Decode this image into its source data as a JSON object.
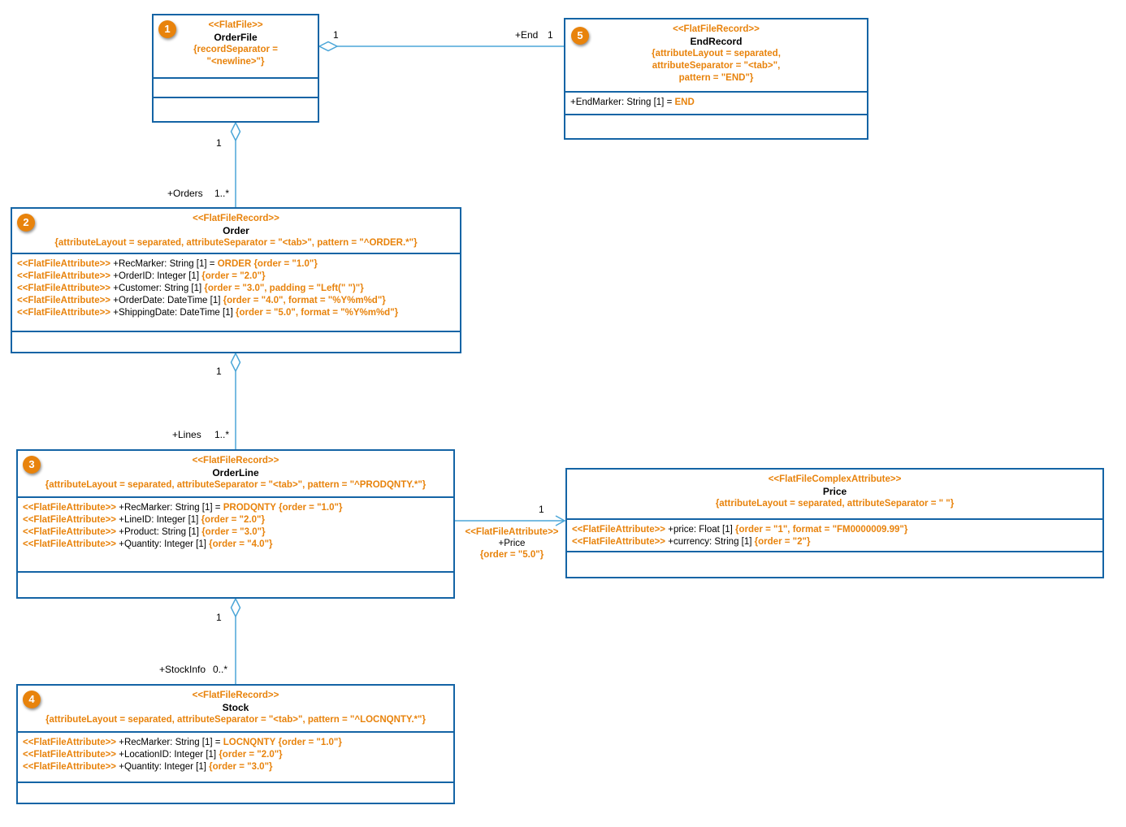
{
  "colors": {
    "node_border": "#1464A5",
    "accent_orange": "#E8830C",
    "connector_blue": "#4BA6D8",
    "text": "#000000",
    "background": "#FFFFFF"
  },
  "nodes": {
    "orderFile": {
      "badge": "1",
      "stereotype": "<<FlatFile>>",
      "name": "OrderFile",
      "constraint_lines": [
        "{recordSeparator =",
        "\"<newline>\"}"
      ]
    },
    "endRecord": {
      "badge": "5",
      "stereotype": "<<FlatFileRecord>>",
      "name": "EndRecord",
      "constraint_lines": [
        "{attributeLayout = separated,",
        "attributeSeparator = \"<tab>\",",
        "pattern = \"END\"}"
      ],
      "attributes": [
        {
          "stereotype": "",
          "name": "+EndMarker: String [1] =",
          "value": "END",
          "constraint": ""
        }
      ]
    },
    "order": {
      "badge": "2",
      "stereotype": "<<FlatFileRecord>>",
      "name": "Order",
      "constraint": "{attributeLayout = separated, attributeSeparator = \"<tab>\", pattern = \"^ORDER.*\"}",
      "attributes": [
        {
          "stereotype": "<<FlatFileAttribute>>",
          "name": "+RecMarker: String [1] =",
          "value": "ORDER",
          "constraint": "{order = \"1.0\"}"
        },
        {
          "stereotype": "<<FlatFileAttribute>>",
          "name": "+OrderID: Integer [1]",
          "value": "",
          "constraint": "{order = \"2.0\"}"
        },
        {
          "stereotype": "<<FlatFileAttribute>>",
          "name": "+Customer: String [1]",
          "value": "",
          "constraint": "{order = \"3.0\", padding = \"Left(\" \")\"}"
        },
        {
          "stereotype": "<<FlatFileAttribute>>",
          "name": "+OrderDate: DateTime [1]",
          "value": "",
          "constraint": "{order = \"4.0\", format = \"%Y%m%d\"}"
        },
        {
          "stereotype": "<<FlatFileAttribute>>",
          "name": "+ShippingDate: DateTime [1]",
          "value": "",
          "constraint": "{order = \"5.0\", format = \"%Y%m%d\"}"
        }
      ]
    },
    "orderLine": {
      "badge": "3",
      "stereotype": "<<FlatFileRecord>>",
      "name": "OrderLine",
      "constraint": "{attributeLayout = separated, attributeSeparator = \"<tab>\", pattern = \"^PRODQNTY.*\"}",
      "attributes": [
        {
          "stereotype": "<<FlatFileAttribute>>",
          "name": "+RecMarker: String [1] =",
          "value": "PRODQNTY",
          "constraint": "{order = \"1.0\"}"
        },
        {
          "stereotype": "<<FlatFileAttribute>>",
          "name": "+LineID: Integer [1]",
          "value": "",
          "constraint": "{order = \"2.0\"}"
        },
        {
          "stereotype": "<<FlatFileAttribute>>",
          "name": "+Product: String [1]",
          "value": "",
          "constraint": "{order = \"3.0\"}"
        },
        {
          "stereotype": "<<FlatFileAttribute>>",
          "name": "+Quantity: Integer [1]",
          "value": "",
          "constraint": "{order = \"4.0\"}"
        }
      ]
    },
    "price": {
      "stereotype": "<<FlatFileComplexAttribute>>",
      "name": "Price",
      "constraint": "{attributeLayout = separated, attributeSeparator = \" \"}",
      "attributes": [
        {
          "stereotype": "<<FlatFileAttribute>>",
          "name": "+price: Float [1]",
          "value": "",
          "constraint": "{order = \"1\", format = \"FM0000009.99\"}"
        },
        {
          "stereotype": "<<FlatFileAttribute>>",
          "name": "+currency: String [1]",
          "value": "",
          "constraint": "{order = \"2\"}"
        }
      ]
    },
    "stock": {
      "badge": "4",
      "stereotype": "<<FlatFileRecord>>",
      "name": "Stock",
      "constraint": "{attributeLayout = separated, attributeSeparator = \"<tab>\", pattern = \"^LOCNQNTY.*\"}",
      "attributes": [
        {
          "stereotype": "<<FlatFileAttribute>>",
          "name": "+RecMarker: String [1] =",
          "value": "LOCNQNTY",
          "constraint": "{order = \"1.0\"}"
        },
        {
          "stereotype": "<<FlatFileAttribute>>",
          "name": "+LocationID: Integer [1]",
          "value": "",
          "constraint": "{order = \"2.0\"}"
        },
        {
          "stereotype": "<<FlatFileAttribute>>",
          "name": "+Quantity: Integer [1]",
          "value": "",
          "constraint": "{order = \"3.0\"}"
        }
      ]
    }
  },
  "connectors": {
    "end": {
      "source_mult": "1",
      "role": "+End",
      "target_mult": "1"
    },
    "orders": {
      "source_mult": "1",
      "role": "+Orders",
      "target_mult": "1..*"
    },
    "lines": {
      "source_mult": "1",
      "role": "+Lines",
      "target_mult": "1..*"
    },
    "stockInfo": {
      "source_mult": "1",
      "role": "+StockInfo",
      "target_mult": "0..*"
    },
    "priceAttr": {
      "target_mult": "1",
      "stereotype": "<<FlatFileAttribute>>",
      "role": "+Price",
      "constraint": "{order = \"5.0\"}"
    }
  }
}
